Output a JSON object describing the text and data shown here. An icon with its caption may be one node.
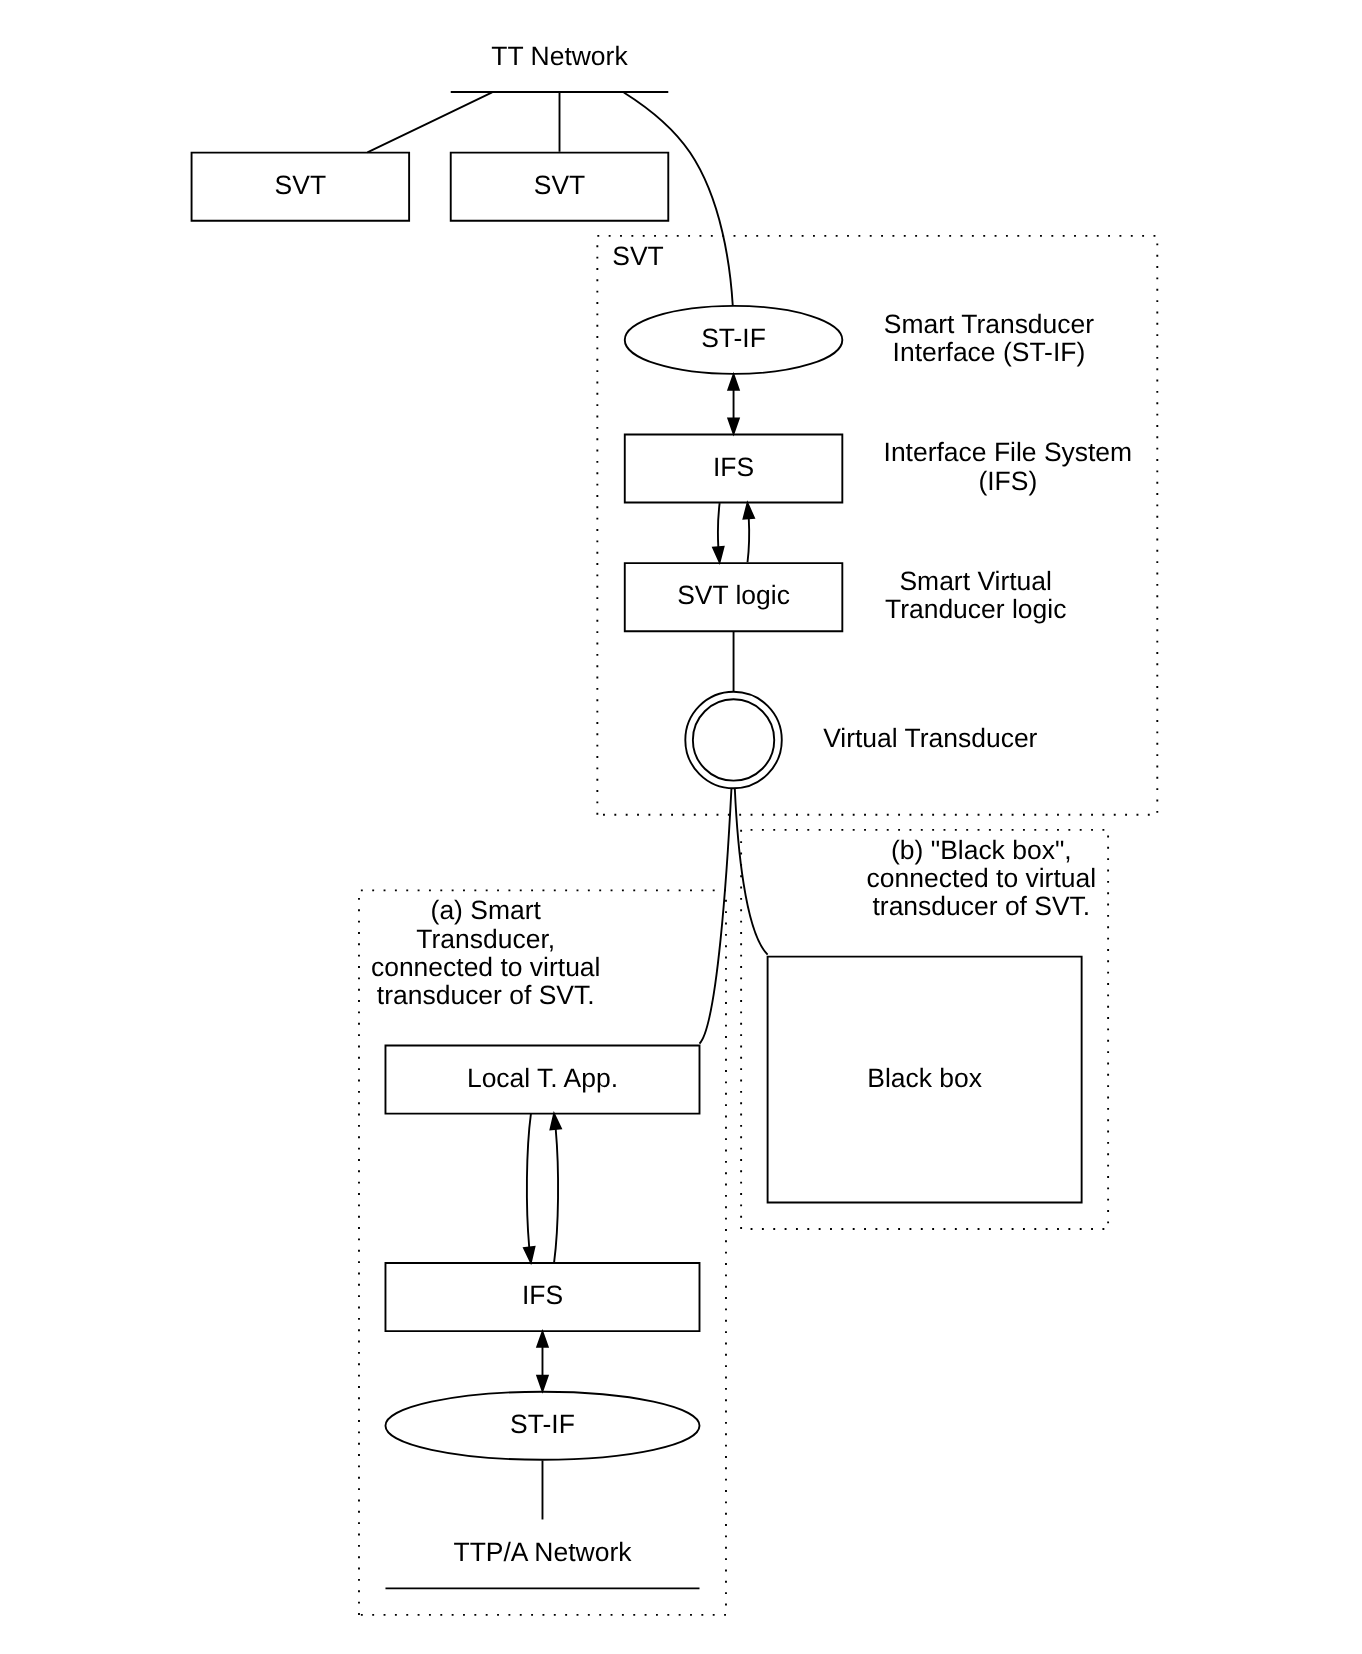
{
  "diagram": {
    "nodes": [
      {
        "text": [
          "TT Network"
        ]
      },
      {
        "text": [
          "SVT"
        ]
      },
      {
        "text": [
          "SVT"
        ]
      },
      {
        "text": [
          "SVT"
        ]
      },
      {
        "text": [
          "ST-IF"
        ],
        "in": 3,
        "beside": [
          "Smart Transducer Interface (ST-IF)"
        ]
      },
      {
        "text": [
          "IFS"
        ],
        "in": 3,
        "beside": [
          "Interface File System (IFS)"
        ]
      },
      {
        "text": [
          "SVT logic"
        ],
        "in": 3,
        "beside": [
          "Smart Virtual Tranducer logic"
        ]
      },
      {
        "text": [],
        "shape": "circle",
        "in": 3,
        "beside": [
          "Virtual Transducer"
        ]
      },
      {
        "text": [
          "(a) Smart Transducer, connected to virtual transducer of SVT."
        ]
      },
      {
        "text": [
          "Local T. App."
        ],
        "in": 8
      },
      {
        "text": [
          "IFS"
        ],
        "in": 8
      },
      {
        "text": [
          "ST-IF"
        ],
        "in": 8
      },
      {
        "text": [
          "TTP/A Network"
        ],
        "in": 8
      },
      {
        "text": [
          "(b) \"Black box\", connected to virtual transducer of SVT."
        ]
      },
      {
        "text": [
          "Black box"
        ],
        "in": 13
      }
    ],
    "edges": [
      {
        "from": 0,
        "to": 1,
        "arrow": "none"
      },
      {
        "from": 0,
        "to": 2,
        "arrow": "none"
      },
      {
        "from": 0,
        "to": 4,
        "arrow": "none"
      },
      {
        "from": 4,
        "to": 5,
        "arrow": "both"
      },
      {
        "from": 6,
        "to": 5,
        "arrow": "to"
      },
      {
        "from": 5,
        "to": 6,
        "arrow": "to"
      },
      {
        "from": 6,
        "to": 7,
        "arrow": "none"
      },
      {
        "from": 7,
        "to": 9,
        "arrow": "none"
      },
      {
        "from": 7,
        "to": 14,
        "arrow": "none"
      },
      {
        "from": 10,
        "to": 9,
        "arrow": "to"
      },
      {
        "from": 9,
        "to": 10,
        "arrow": "to"
      },
      {
        "from": 10,
        "to": 11,
        "arrow": "both"
      },
      {
        "from": 11,
        "to": 12,
        "arrow": "none"
      }
    ]
  }
}
